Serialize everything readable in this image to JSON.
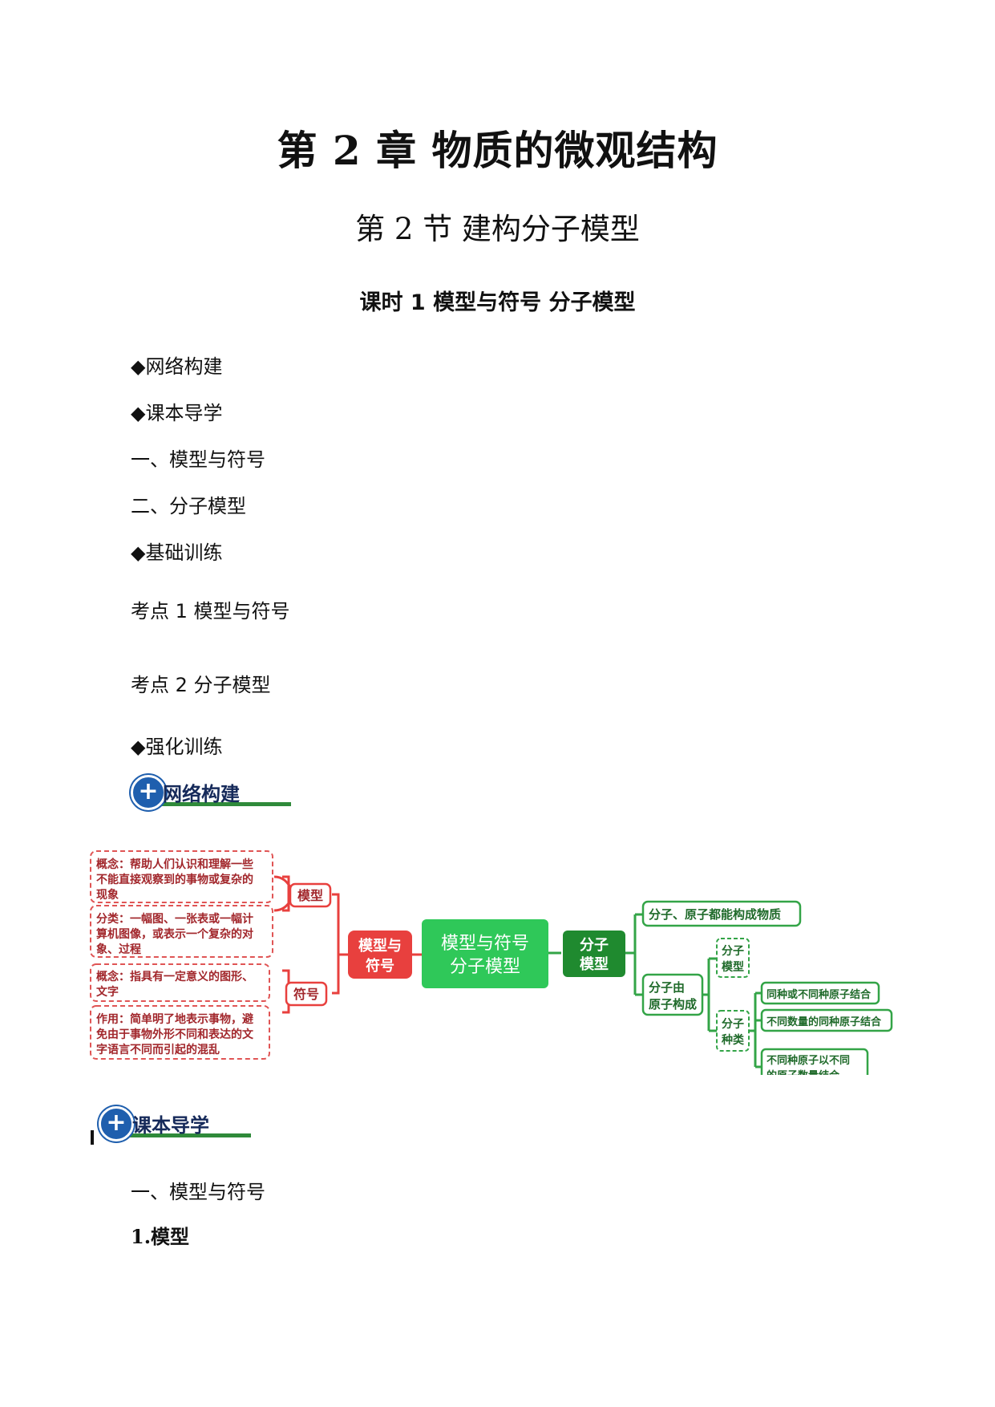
{
  "header": {
    "chapter_title": "第 2 章  物质的微观结构",
    "section_title": "第 2 节    建构分子模型",
    "lesson_title": "课时 1  模型与符号  分子模型"
  },
  "toc": [
    "◆网络构建",
    "◆课本导学",
    "一、模型与符号",
    "二、分子模型",
    "◆基础训练",
    "考点 1  模型与符号",
    "考点 2  分子模型",
    "◆强化训练"
  ],
  "banners": {
    "network": "网络构建",
    "textbook": "课本导学"
  },
  "mindmap": {
    "left_notes": [
      "概念：帮助人们认识和理解一些|不能直接观察到的事物或复杂的|现象",
      "分类：一幅图、一张表或一幅计|算机图像，或表示一个复杂的对|象、过程",
      "概念：指具有一定意义的图形、|文字",
      "作用：简单明了地表示事物，避|免由于事物外形不同和表达的文|字语言不同而引起的混乱"
    ],
    "model_label": "模型",
    "symbol_label": "符号",
    "left_hub": "模型与|符号",
    "center": "模型与符号|分子模型",
    "right_hub": "分子|模型",
    "right_top": "分子、原子都能构成物质",
    "right_mid": "分子由|原子构成",
    "sub_model": "分子|模型",
    "sub_kinds": "分子|种类",
    "kinds": [
      "同种或不同种原子结合",
      "不同数量的同种原子结合",
      "不同种原子以不同|的原子数量结合"
    ],
    "colors": {
      "red": "#e8403e",
      "red_dash": "#e05555",
      "green_center": "#2fc859",
      "green_dark": "#1f8a2f",
      "green_line": "#33a447"
    }
  },
  "body": {
    "heading": "一、模型与符号",
    "sub_heading": "1.模型"
  }
}
